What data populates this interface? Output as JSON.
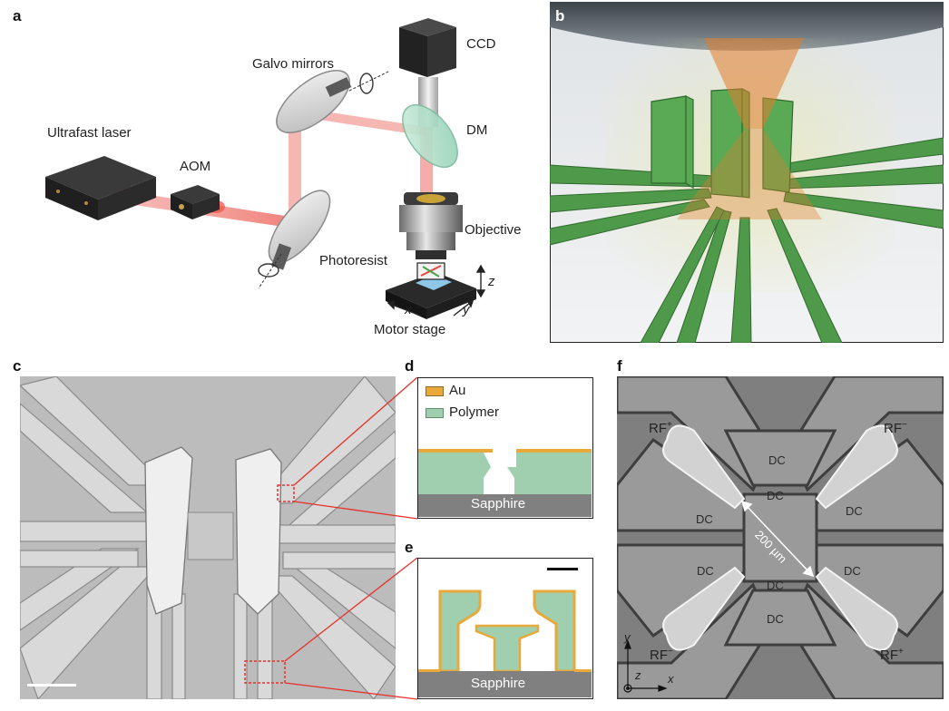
{
  "figure": {
    "panels": {
      "a": {
        "letter": "a",
        "labels": {
          "ccd": "CCD",
          "galvo": "Galvo mirrors",
          "dm": "DM",
          "laser": "Ultrafast laser",
          "aom": "AOM",
          "objective": "Objective",
          "photoresist": "Photoresist",
          "z": "z",
          "x": "x",
          "y": "y",
          "stage": "Motor stage"
        }
      },
      "b": {
        "letter": "b"
      },
      "c": {
        "letter": "c"
      },
      "d": {
        "letter": "d",
        "legend": [
          {
            "label": "Au",
            "color": "#e8a93a"
          },
          {
            "label": "Polymer",
            "color": "#9fcfae"
          }
        ],
        "substrate": "Sapphire"
      },
      "e": {
        "letter": "e",
        "substrate": "Sapphire"
      },
      "f": {
        "letter": "f",
        "rf_plus": "RF",
        "rf_minus": "RF",
        "sup_plus": "+",
        "sup_minus": "−",
        "dc": "DC",
        "distance": "200 µm",
        "axis_y": "y",
        "axis_z": "z",
        "axis_x": "x"
      }
    },
    "colors": {
      "laser": "#e8463c",
      "polymer": "#9fcfae",
      "gold": "#e8a93a",
      "sapphire": "#808080",
      "electrode_green": "#4f9a4a"
    }
  }
}
